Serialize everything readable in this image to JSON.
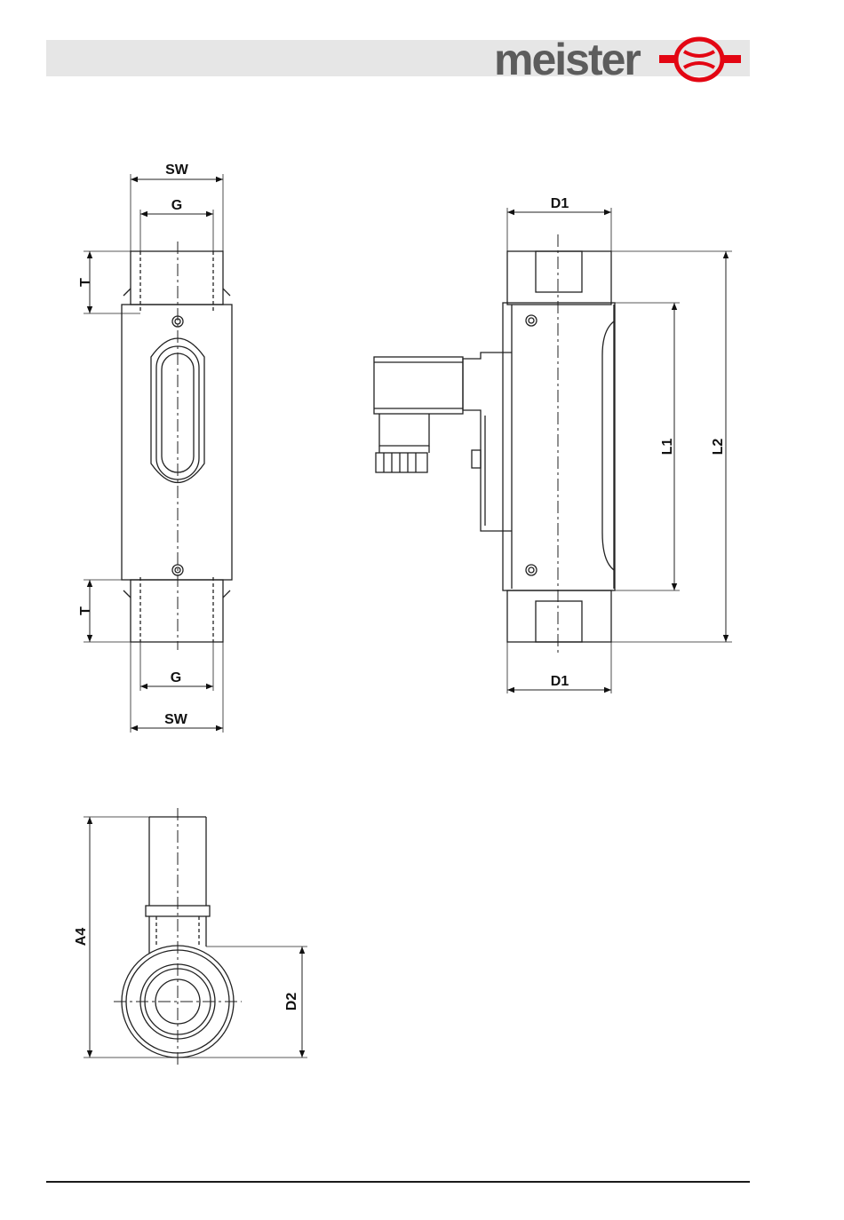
{
  "header": {
    "brand_name": "meister",
    "logo_icon": "flow-meter-logo-icon"
  },
  "front_view": {
    "dim_sw_top": "SW",
    "dim_g_top": "G",
    "dim_t_top": "T",
    "dim_t_bottom": "T",
    "dim_g_bottom": "G",
    "dim_sw_bottom": "SW"
  },
  "side_view": {
    "dim_d1_top": "D1",
    "dim_d1_bottom": "D1",
    "dim_l1": "L1",
    "dim_l2": "L2"
  },
  "bottom_view": {
    "dim_a4": "A4",
    "dim_d2": "D2"
  },
  "colors": {
    "logo_gray": "#5c5c5c",
    "logo_red": "#e30613",
    "header_band": "#e6e6e6"
  }
}
